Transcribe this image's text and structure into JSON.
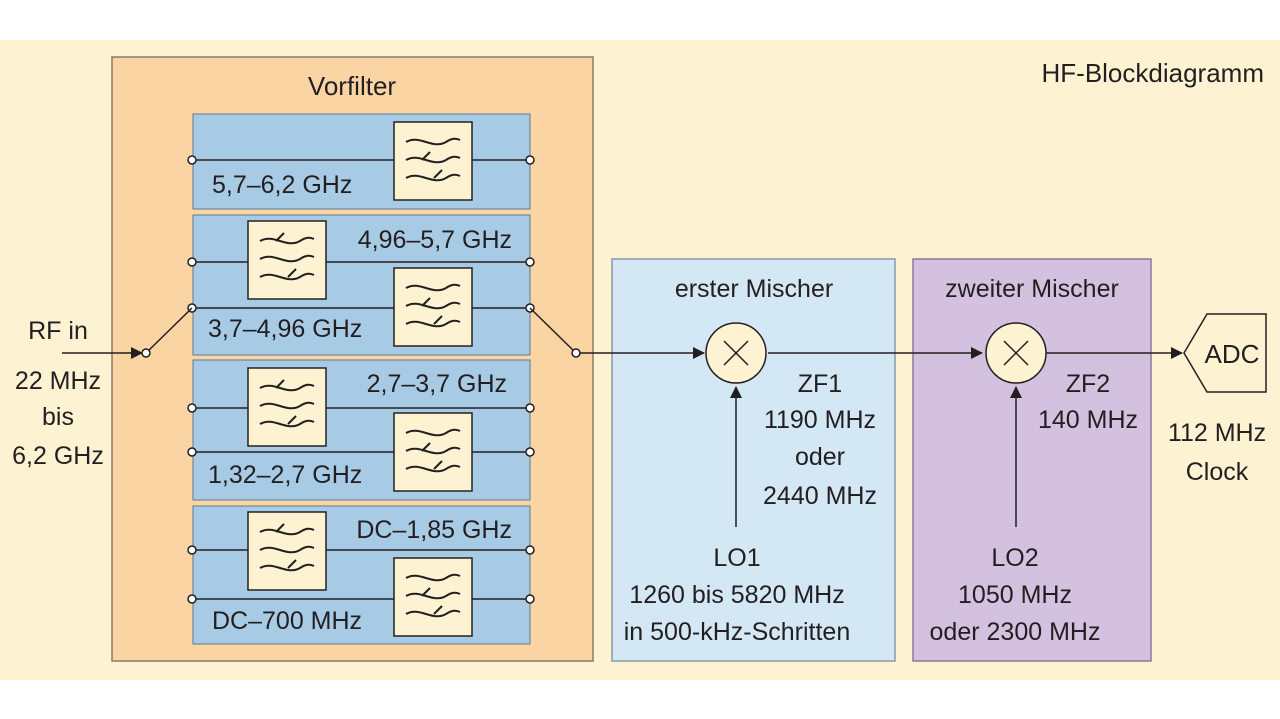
{
  "title": "HF-Blockdiagramm",
  "input": {
    "label": "RF in",
    "range_lines": [
      "22 MHz",
      "bis",
      "6,2 GHz"
    ]
  },
  "prefilter": {
    "title": "Vorfilter",
    "filters": [
      "5,7–6,2 GHz",
      "4,96–5,7 GHz",
      "3,7–4,96 GHz",
      "2,7–3,7 GHz",
      "1,32–2,7 GHz",
      "DC–1,85 GHz",
      "DC–700 MHz"
    ]
  },
  "mixer1": {
    "title": "erster Mischer",
    "if_lines": [
      "ZF1",
      "1190 MHz",
      "oder",
      "2440 MHz"
    ],
    "lo_lines": [
      "LO1",
      "1260 bis 5820 MHz",
      "in 500-kHz-Schritten"
    ]
  },
  "mixer2": {
    "title": "zweiter Mischer",
    "if_lines": [
      "ZF2",
      "140 MHz"
    ],
    "lo_lines": [
      "LO2",
      "1050 MHz",
      "oder 2300 MHz"
    ]
  },
  "adc": {
    "label": "ADC",
    "clock_lines": [
      "112 MHz",
      "Clock"
    ]
  },
  "colors": {
    "background": "#fdf3d3",
    "prefilter_panel": "#fbd4a3",
    "filter_band": "#a7cbe5",
    "filter_symbol": "#fdf3d3",
    "mixer1_panel": "#d3e7f4",
    "mixer2_panel": "#d4c1e0",
    "line": "#231f20"
  },
  "icons": {
    "filter": "bandpass-filter-icon",
    "mixer": "mixer-icon",
    "adc": "adc-icon",
    "switch": "switch-icon"
  }
}
